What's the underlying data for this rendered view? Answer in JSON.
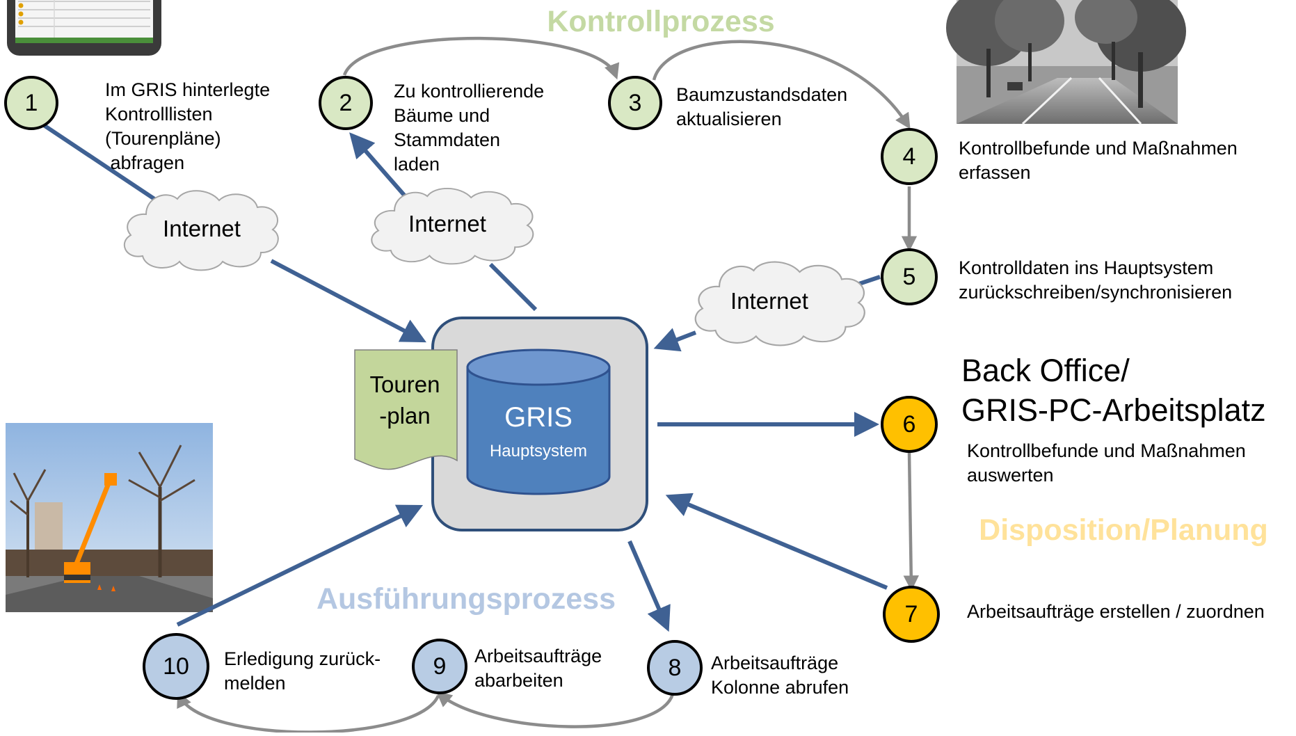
{
  "headings": {
    "control": "Kontrollprozess",
    "execution": "Ausführungsprozess",
    "planning": "Disposition/Planung",
    "backoffice_line1": "Back Office/",
    "backoffice_line2": "GRIS-PC-Arbeitsplatz"
  },
  "center": {
    "db_title": "GRIS",
    "db_subtitle": "Hauptsystem",
    "doc_line1": "Touren",
    "doc_line2": "-plan"
  },
  "cloud_label": "Internet",
  "steps": [
    {
      "num": "1",
      "lines": [
        "Im GRIS hinterlegte",
        "Kontrolllisten",
        "(Tourenpläne)",
        " abfragen"
      ]
    },
    {
      "num": "2",
      "lines": [
        "Zu kontrollierende",
        "Bäume und",
        "Stammdaten",
        "laden"
      ]
    },
    {
      "num": "3",
      "lines": [
        "Baumzustandsdaten",
        "aktualisieren"
      ]
    },
    {
      "num": "4",
      "lines": [
        "Kontrollbefunde und Maßnahmen",
        "erfassen"
      ]
    },
    {
      "num": "5",
      "lines": [
        "Kontrolldaten ins Hauptsystem",
        "zurückschreiben/synchronisieren"
      ]
    },
    {
      "num": "6",
      "lines": [
        "Kontrollbefunde und Maßnahmen",
        "auswerten"
      ]
    },
    {
      "num": "7",
      "lines": [
        "Arbeitsaufträge erstellen / zuordnen"
      ]
    },
    {
      "num": "8",
      "lines": [
        "Arbeitsaufträge",
        "Kolonne abrufen"
      ]
    },
    {
      "num": "9",
      "lines": [
        "Arbeitsaufträge",
        "abarbeiten"
      ]
    },
    {
      "num": "10",
      "lines": [
        "Erledigung zurück-",
        "melden"
      ]
    }
  ],
  "colors": {
    "control_fill": "#d9e8c4",
    "control_heading": "#c4d9a3",
    "planning_fill": "#ffc000",
    "planning_heading": "#ffe29a",
    "execution_fill": "#b8cce4",
    "execution_heading": "#b4c7e2",
    "arrow_blue": "#3f6193",
    "arrow_gray": "#8c8c8c",
    "db_fill": "#4f81bd",
    "doc_fill": "#c3d69b"
  }
}
